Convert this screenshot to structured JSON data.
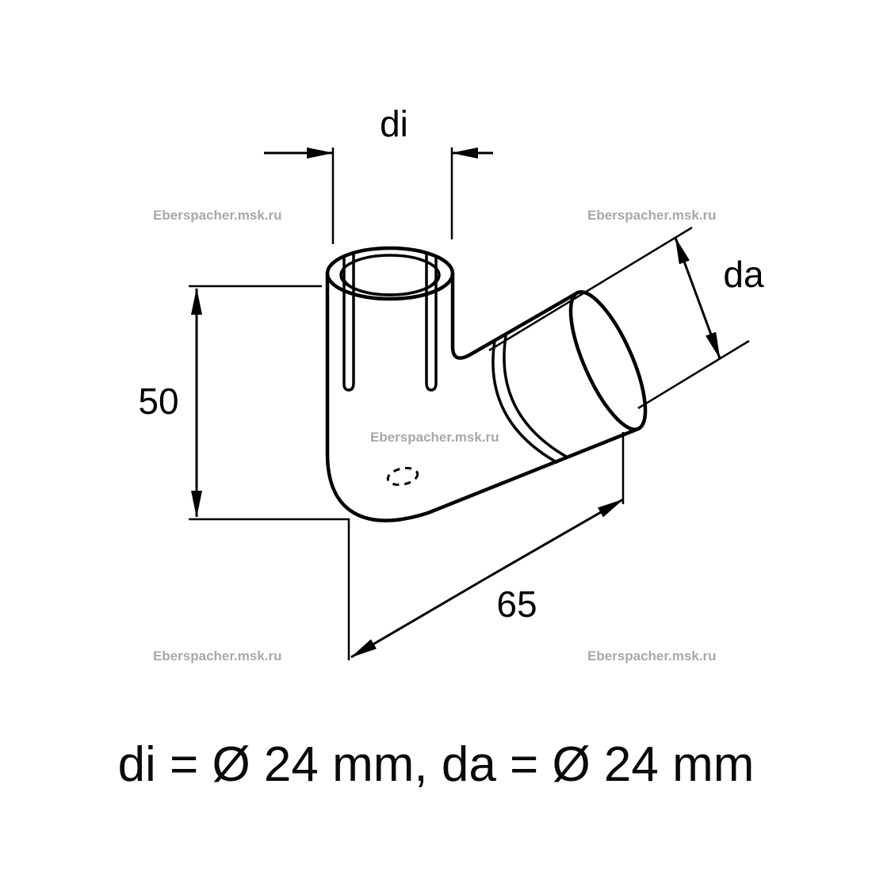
{
  "watermark": {
    "text": "Eberspacher.msk.ru",
    "color": "#a8a8a8"
  },
  "dimensions": {
    "inner_diameter_label": "di",
    "vertical_length_label": "50",
    "outer_diameter_label": "da",
    "axial_length_label": "65"
  },
  "caption": {
    "text": "di = Ø 24 mm, da = Ø 24 mm"
  },
  "colors": {
    "line": "#000000",
    "background": "#ffffff",
    "watermark": "#a8a8a8"
  }
}
